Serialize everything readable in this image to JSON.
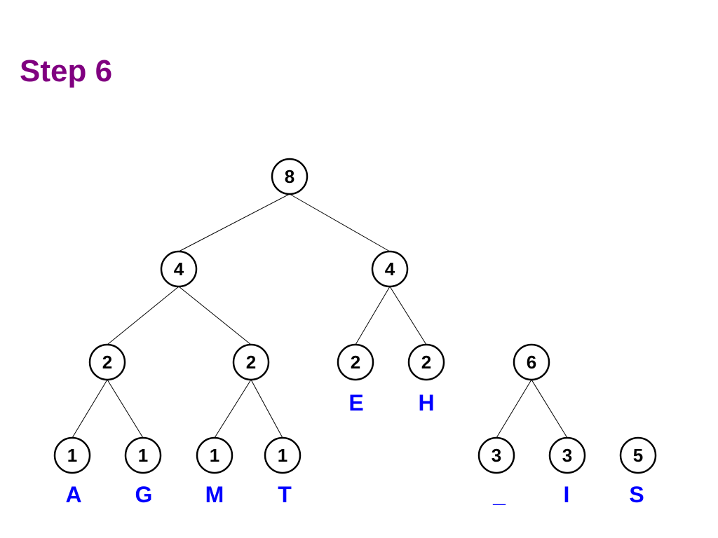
{
  "title": "Step 6",
  "colors": {
    "title": "#800080",
    "leaf_label": "#0000ff",
    "node": "#000000"
  },
  "forest": [
    {
      "value": "8",
      "children": [
        {
          "value": "4",
          "children": [
            {
              "value": "2",
              "children": [
                {
                  "value": "1",
                  "label": "A"
                },
                {
                  "value": "1",
                  "label": "G"
                }
              ]
            },
            {
              "value": "2",
              "children": [
                {
                  "value": "1",
                  "label": "M"
                },
                {
                  "value": "1",
                  "label": "T"
                }
              ]
            }
          ]
        },
        {
          "value": "4",
          "children": [
            {
              "value": "2",
              "label": "E"
            },
            {
              "value": "2",
              "label": "H"
            }
          ]
        }
      ]
    },
    {
      "value": "6",
      "children": [
        {
          "value": "3",
          "label": "_"
        },
        {
          "value": "3",
          "label": "I"
        }
      ]
    },
    {
      "value": "5",
      "label": "S"
    }
  ]
}
